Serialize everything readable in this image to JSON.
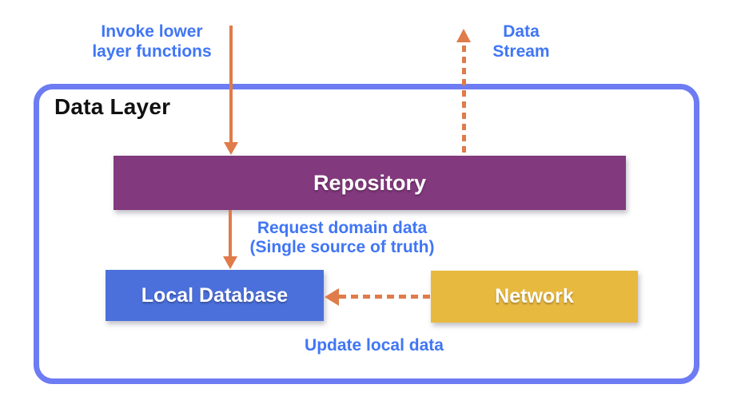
{
  "diagram": {
    "container": {
      "label": "Data Layer"
    },
    "nodes": {
      "repository": {
        "label": "Repository",
        "color": "#82397D"
      },
      "local_database": {
        "label": "Local Database",
        "color": "#4B70DB"
      },
      "network": {
        "label": "Network",
        "color": "#E8B93F"
      }
    },
    "annotations": {
      "invoke": {
        "line1": "Invoke lower",
        "line2": "layer functions"
      },
      "data_stream": {
        "line1": "Data",
        "line2": "Stream"
      },
      "request": {
        "line1": "Request domain data",
        "line2": "(Single source of truth)"
      },
      "update": {
        "text": "Update local data"
      }
    },
    "arrows": {
      "invoke_down": "solid, top into Repository",
      "data_stream_up": "dashed, Repository up out of box",
      "request_down": "solid, Repository to Local Database",
      "network_to_db": "dashed, Network to Local Database"
    },
    "colors": {
      "container_border": "#6D7CF3",
      "arrow_orange": "#E07B4A",
      "annotation_blue": "#4076F5",
      "title_black": "#111111"
    }
  }
}
